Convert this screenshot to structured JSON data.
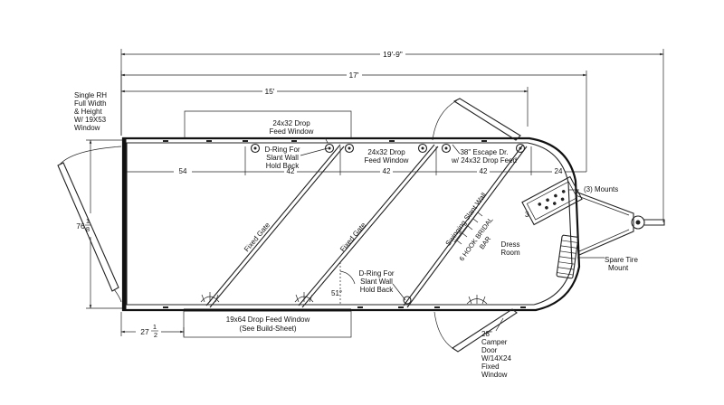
{
  "dimensions": {
    "overall": "19'-9\"",
    "body_17": "17'",
    "body_15": "15'",
    "seg_54": "54",
    "seg_42a": "42",
    "seg_42b": "42",
    "seg_42c": "42",
    "seg_24": "24",
    "width_whole": "76",
    "width_num": "1",
    "width_den": "8",
    "rear_whole": "27",
    "rear_num": "1",
    "rear_den": "2",
    "angle": "51°"
  },
  "labels": {
    "rear_window": [
      "Single RH",
      "Full Width",
      "& Height",
      "W/ 19X53",
      "Window"
    ],
    "drop_feed_top_1": [
      "24x32 Drop",
      "Feed Window"
    ],
    "d_ring_top": [
      "D-Ring For",
      "Slant Wall",
      "Hold Back"
    ],
    "drop_feed_top_2": [
      "24x32 Drop",
      "Feed Window"
    ],
    "escape_door": [
      "38\" Escape Dr.",
      "w/ 24x32 Drop Feed"
    ],
    "mounts": "(3) Mounts",
    "fixed_gate_1": "Fixed Gate",
    "fixed_gate_2": "Fixed Gate",
    "swinging_wall": "Swinging Slant Wall",
    "bridal_bar": [
      "6 HOOK BRIDAL",
      "BAR"
    ],
    "dress_room": [
      "Dress",
      "Room"
    ],
    "spare_tire": [
      "Spare Tire",
      "Mount"
    ],
    "d_ring_bottom": [
      "D-Ring For",
      "Slant Wall",
      "Hold Back"
    ],
    "drop_feed_bottom": [
      "19x64 Drop Feed Window",
      "(See Build-Sheet)"
    ],
    "camper_door": [
      "28\"",
      "Camper",
      "Door",
      "W/14X24",
      "Fixed",
      "Window"
    ],
    "saddle_rack_num": "3"
  },
  "icons": {
    "d_ring": "d-ring-icon",
    "vent": "roof-vent-icon",
    "coupler": "hitch-coupler-icon",
    "spare_tire": "spare-tire-icon",
    "saddle_rack": "saddle-rack-icon"
  }
}
